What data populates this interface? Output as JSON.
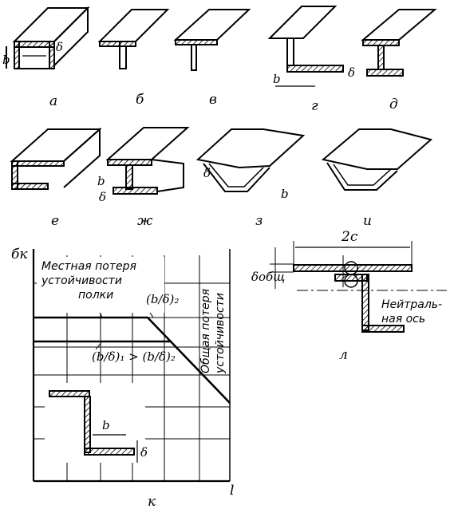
{
  "figure_labels": {
    "a": "а",
    "b": "б",
    "v": "в",
    "g": "г",
    "d": "д",
    "e": "е",
    "zh": "ж",
    "z": "з",
    "i": "и",
    "k": "к",
    "l": "л"
  },
  "dim_labels": {
    "b": "b",
    "delta": "δ",
    "two_c": "2c",
    "delta_total": "δобщ"
  },
  "chart": {
    "y_axis_label": "бк",
    "x_axis_label": "l",
    "local_buckling_line1": "Местная потеря",
    "local_buckling_line2": "устойчивости",
    "local_buckling_line3": "полки",
    "general_buckling_line1": "Общая потеря",
    "general_buckling_line2": "устойчивости",
    "ratio_top": "(b/δ)₂",
    "ratio_bottom": "(b/δ)₁ > (b/δ)₂"
  },
  "section_l": {
    "neutral_axis_line1": "Нейтраль-",
    "neutral_axis_line2": "ная ось"
  }
}
